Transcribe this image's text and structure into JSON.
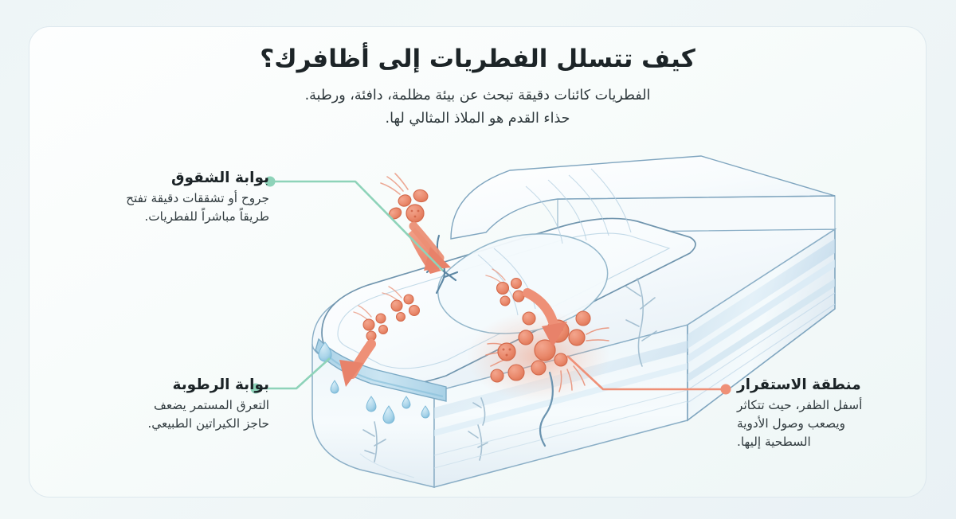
{
  "header": {
    "title": "كيف تتسلل الفطريات إلى أظافرك؟",
    "subtitle_line1": "الفطريات كائنات دقيقة تبحث عن بيئة مظلمة، دافئة، ورطبة.",
    "subtitle_line2": "حذاء القدم هو الملاذ المثالي لها."
  },
  "callouts": [
    {
      "id": "cracks",
      "title": "بوابة الشقوق",
      "desc_line1": "جروح أو تشققات دقيقة تفتح",
      "desc_line2": "طريقاً مباشراً للفطريات.",
      "accent": "#8ed3b9",
      "side": "left"
    },
    {
      "id": "moisture",
      "title": "بوابة الرطوبة",
      "desc_line1": "التعرق المستمر يضعف",
      "desc_line2": "حاجز الكيراتين الطبيعي.",
      "accent": "#8ed3b9",
      "side": "left"
    },
    {
      "id": "stronghold",
      "title": "منطقة الاستقرار",
      "desc_line1": "أسفل الظفر، حيث تتكاثر",
      "desc_line2": "ويصعب وصول الأدوية",
      "desc_line3": "السطحية إليها.",
      "accent": "#ef9077",
      "side": "right"
    }
  ],
  "colors": {
    "page_background": "#eef5f7",
    "card_background": "#fbfdfd",
    "card_border": "#dde8ee",
    "accent_green": "#8ed3b9",
    "accent_orange": "#ef9077",
    "spore_fill": "#ea8a6d",
    "spore_stroke": "#d3694b",
    "nail_outline": "#6e93ad",
    "skin_fill": "#f2f8fb",
    "droplet_fill": "#a8d3e8",
    "title_text": "#1c2427",
    "body_text": "#2c363a"
  },
  "illustration": {
    "name": "nail-cross-section-diagram",
    "description": "مقطع ثلاثي الأبعاد للظفر وطبقات الجلد مع فطريات وأسهم وقطرات رطوبة",
    "elements": [
      "nail-plate",
      "lunula",
      "nail-crack",
      "cuticle-fold",
      "moisture-droplets",
      "skin-layers",
      "blood-vessels",
      "spore-cluster-top",
      "spore-cluster-mid",
      "spore-cluster-left",
      "spore-cluster-entry",
      "fungal-colony-glow",
      "arrow-into-crack",
      "arrow-into-fold",
      "arrow-into-nail-bed"
    ]
  }
}
